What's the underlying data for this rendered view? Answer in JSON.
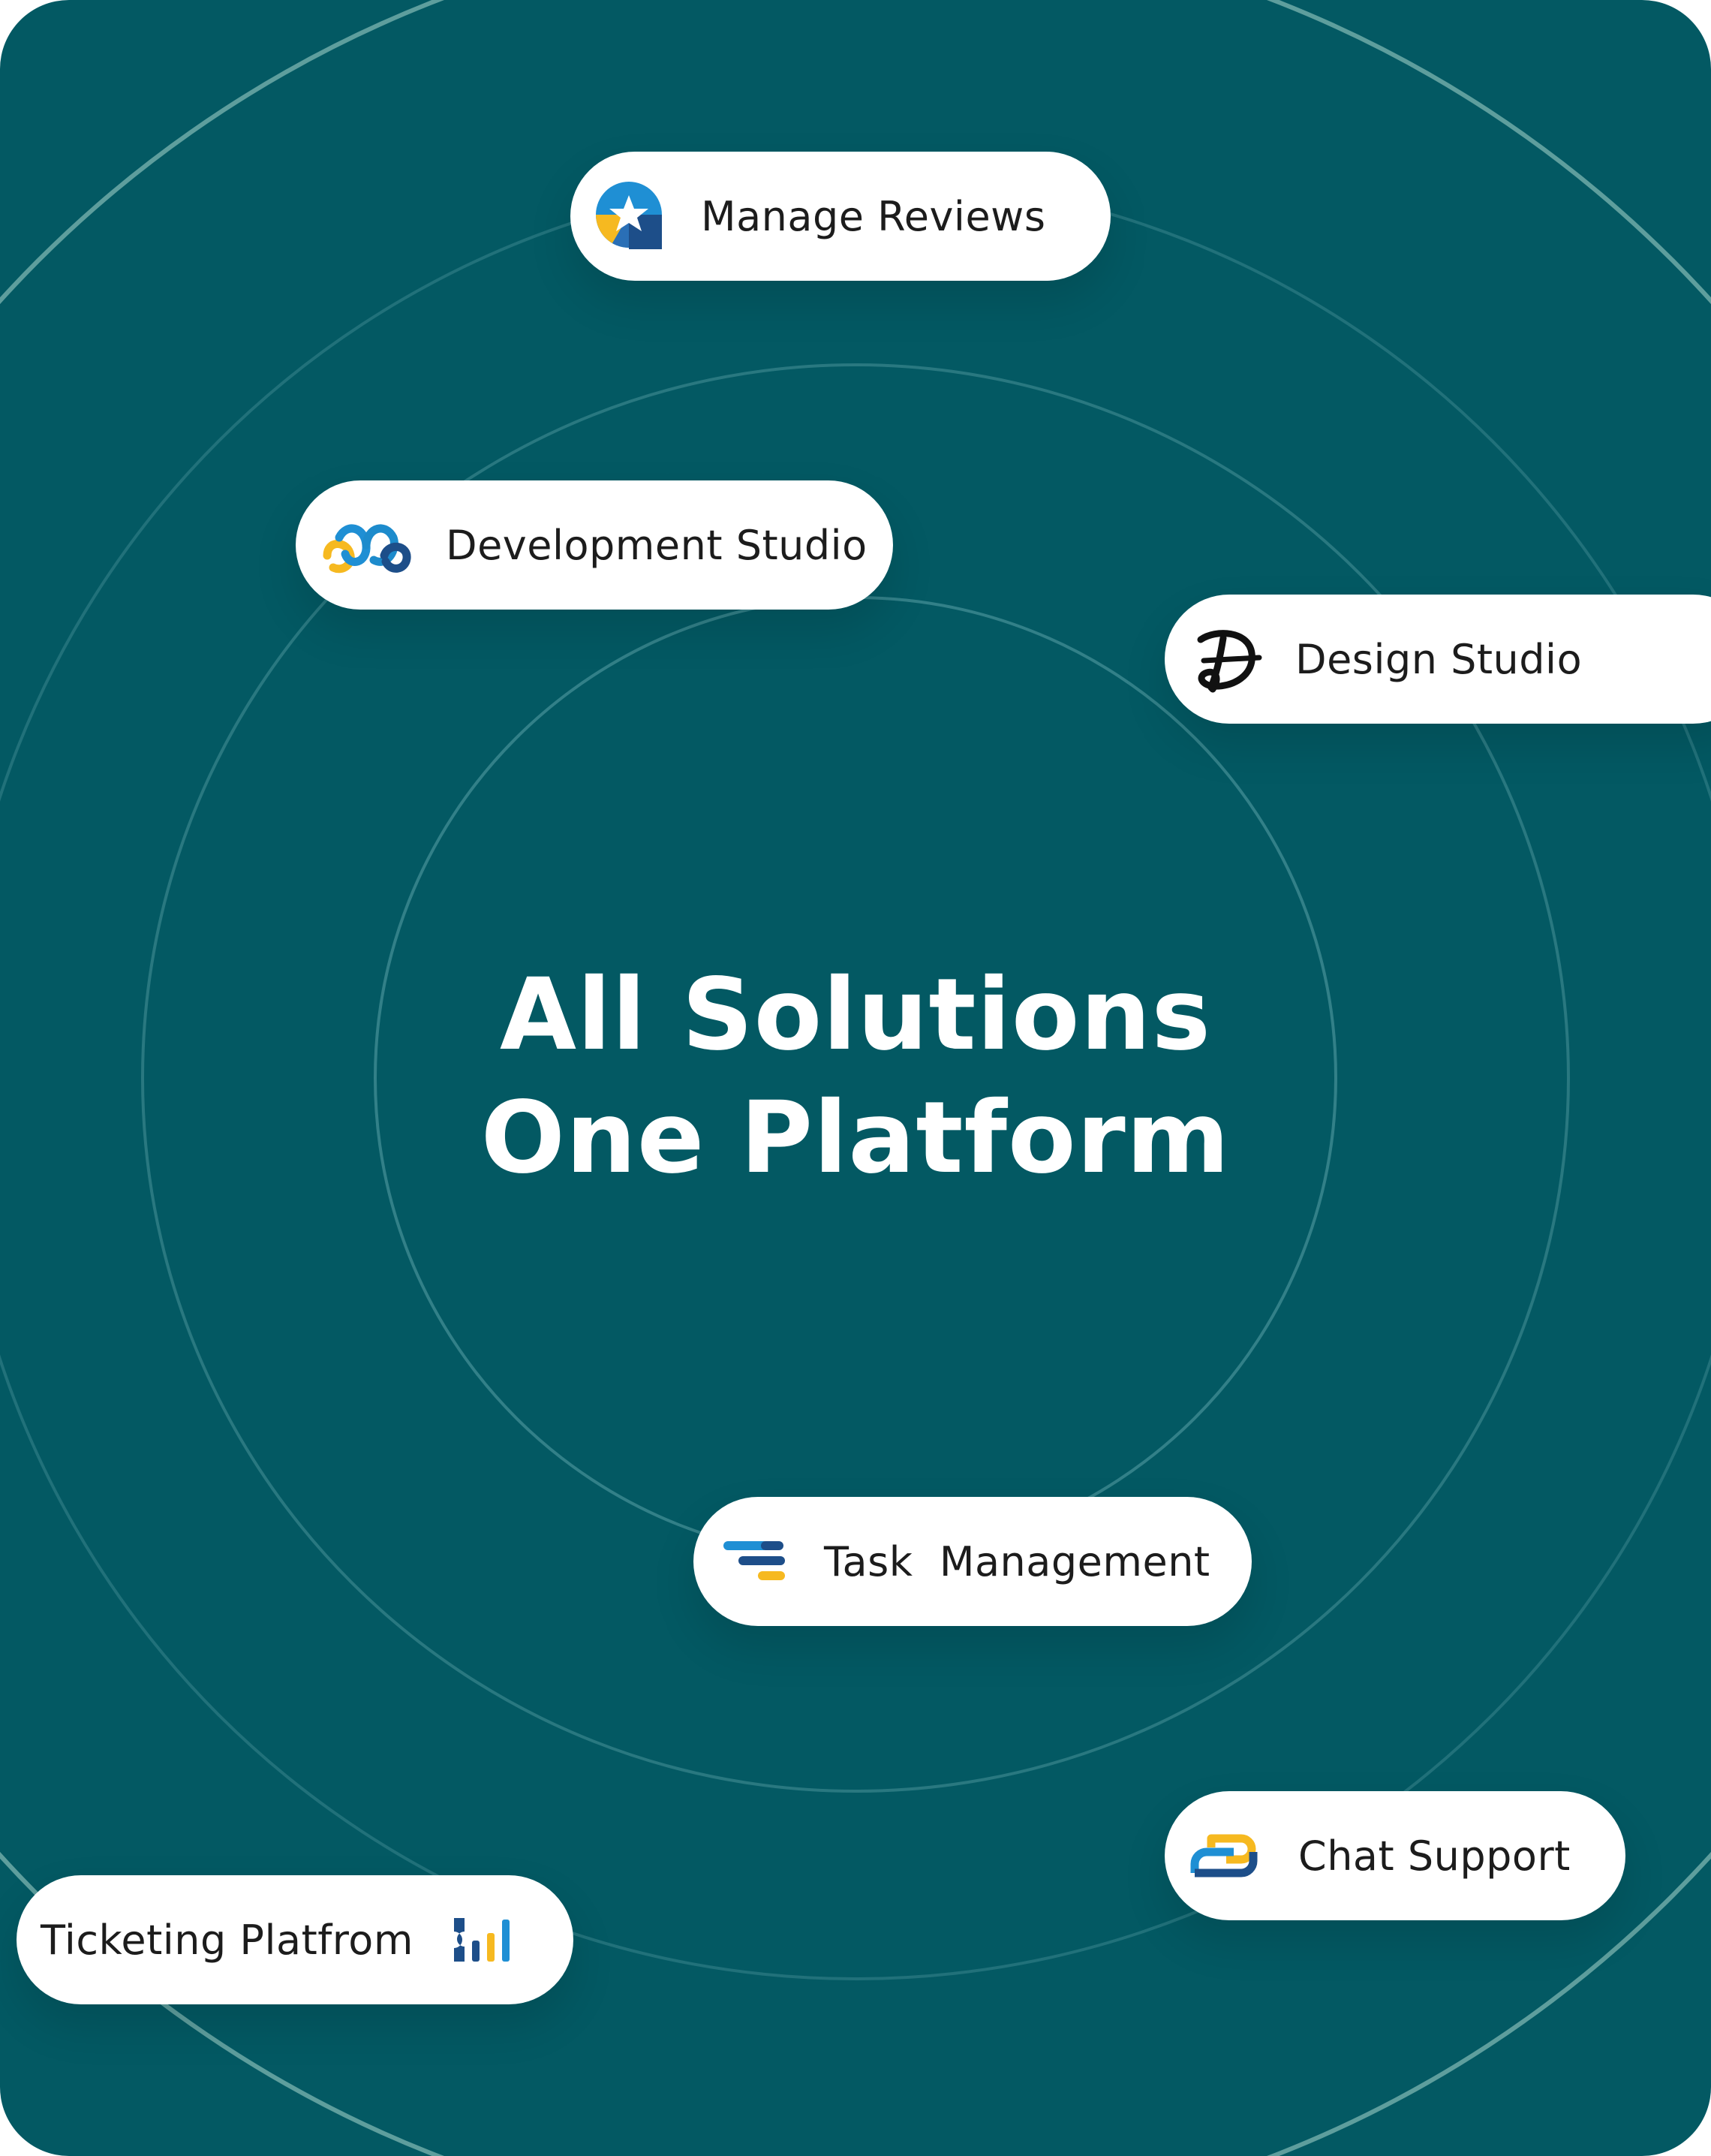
{
  "headline": {
    "line1": "All Solutions",
    "line2": "One Platform"
  },
  "colors": {
    "background": "#035963",
    "pill": "#ffffff",
    "accent_blue": "#1f8fd4",
    "accent_navy": "#1d4e89",
    "accent_yellow": "#f6b920"
  },
  "pills": [
    {
      "label": "Manage Reviews",
      "icon": "star-review-icon"
    },
    {
      "label": "Development Studio",
      "icon": "linked-loops-icon"
    },
    {
      "label": "Design Studio",
      "icon": "script-d-icon"
    },
    {
      "label": "Task  Management",
      "icon": "task-bars-icon"
    },
    {
      "label": "Chat Support",
      "icon": "chat-links-icon"
    },
    {
      "label": "Ticketing Platfrom",
      "icon": "ticket-bars-icon"
    }
  ]
}
